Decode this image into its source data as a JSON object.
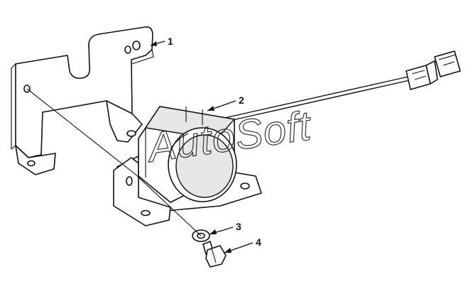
{
  "diagram": {
    "callouts": [
      {
        "id": "1",
        "label": "1"
      },
      {
        "id": "2",
        "label": "2"
      },
      {
        "id": "3",
        "label": "3"
      },
      {
        "id": "4",
        "label": "4"
      }
    ],
    "watermark": "AutoSoft"
  },
  "colors": {
    "line": "#111111",
    "background": "#ffffff"
  }
}
